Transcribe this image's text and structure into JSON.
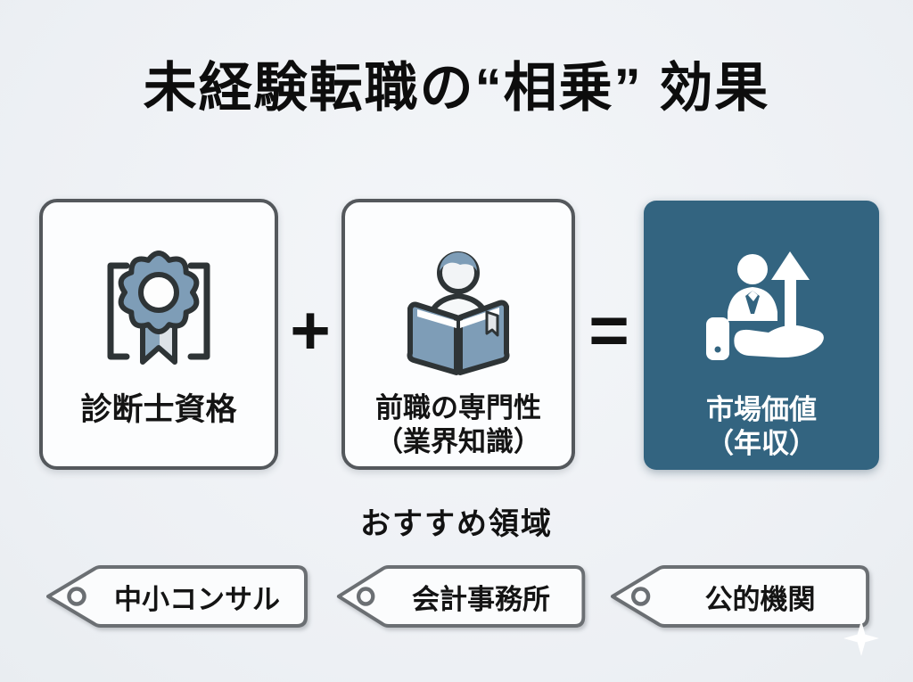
{
  "title": "未経験転職の“相乗” 効果",
  "equation": {
    "operand1": {
      "label": "診断士資格",
      "icon": "certificate-badge-icon"
    },
    "plus": "+",
    "operand2": {
      "label_line1": "前職の専門性",
      "label_line2": "（業界知識）",
      "icon": "person-reading-book-icon"
    },
    "equals": "=",
    "result": {
      "label_line1": "市場価値",
      "label_line2": "（年収）",
      "icon": "hand-holding-person-growth-icon"
    }
  },
  "recommended": {
    "heading": "おすすめ領域",
    "tags": [
      {
        "label": "中小コンサル",
        "icon": "tag-shape-icon"
      },
      {
        "label": "会計事務所",
        "icon": "tag-shape-icon"
      },
      {
        "label": "公的機関",
        "icon": "tag-shape-icon"
      }
    ]
  },
  "decoration": {
    "sparkle": "sparkle-icon"
  },
  "colors": {
    "background": "#edf0f4",
    "card_fill": "#fcfdfe",
    "card_border": "#54585c",
    "result_card_fill": "#336480",
    "icon_blue_gray": "#7e9db7",
    "icon_outline": "#2e3436",
    "text": "#121212",
    "result_text": "#ffffff"
  }
}
